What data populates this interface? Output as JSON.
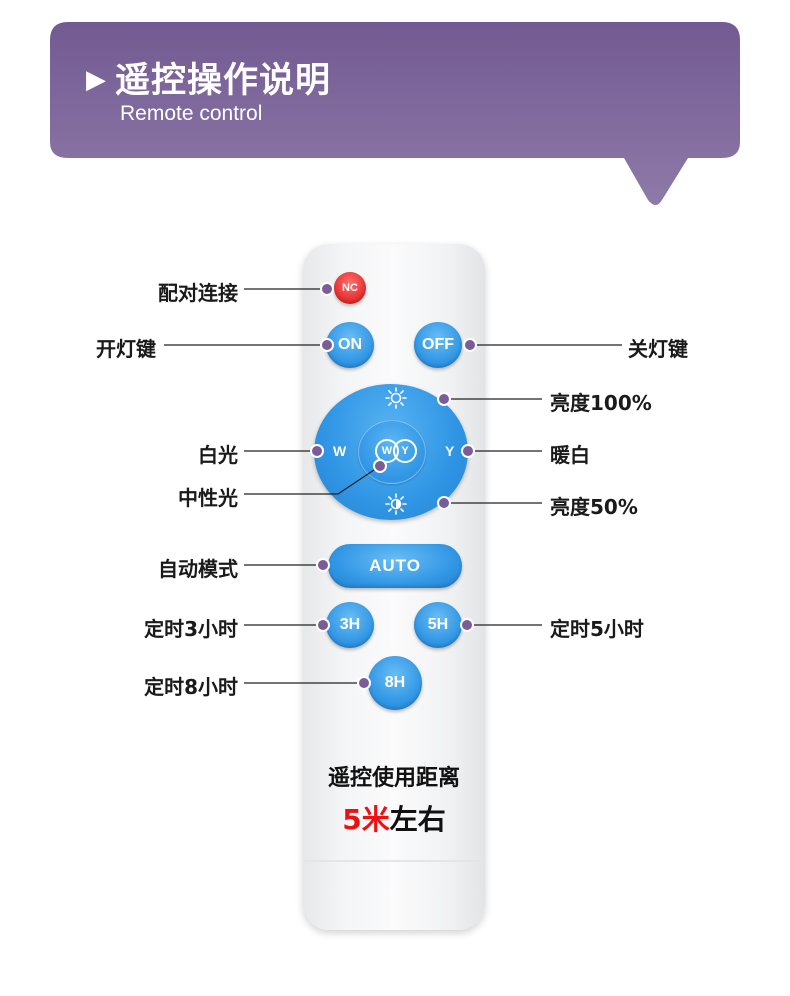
{
  "header": {
    "title": "遥控操作说明",
    "subtitle": "Remote control",
    "bg_color": "#7d6698"
  },
  "remote": {
    "buttons": {
      "nc": "NC",
      "on": "ON",
      "off": "OFF",
      "w": "W",
      "y": "Y",
      "wy_w": "W",
      "wy_y": "Y",
      "auto": "AUTO",
      "h3": "3H",
      "h5": "5H",
      "h8": "8H"
    },
    "range_title": "遥控使用距离",
    "range_value_red": "5米",
    "range_value_black": "左右",
    "button_color": "#2f95e4",
    "nc_color": "#e52a2a"
  },
  "labels": {
    "pair": "配对连接",
    "light_on": "开灯键",
    "light_off": "关灯键",
    "brightness_100": "亮度100%",
    "white": "白光",
    "warm": "暖白",
    "neutral": "中性光",
    "brightness_50": "亮度50%",
    "auto_mode": "自动模式",
    "timer_3h": "定时3小时",
    "timer_5h": "定时5小时",
    "timer_8h": "定时8小时"
  },
  "callout_dot_color": "#7a5c96"
}
